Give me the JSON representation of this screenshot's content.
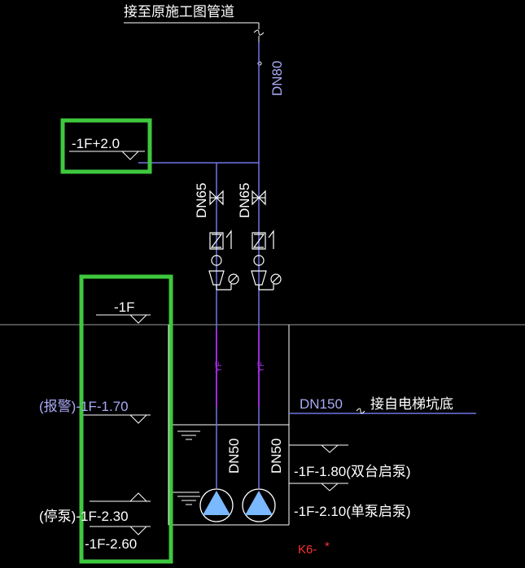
{
  "labels": {
    "top_note": "接至原施工图管道",
    "dn80": "DN80",
    "dn65_left": "DN65",
    "dn65_right": "DN65",
    "yf_left": "YF",
    "yf_right": "YF",
    "dn50_left": "DN50",
    "dn50_right": "DN50",
    "dn150": "DN150",
    "from_pit": "接自电梯坑底",
    "k6": "K6-",
    "k6_star": "*"
  },
  "elevations": {
    "el_top": "-1F+2.0",
    "el_floor": "-1F",
    "el_alarm": "(报警)-1F-1.70",
    "el_stop": "(停泵)-1F-2.30",
    "el_bottom": "-1F-2.60",
    "el_two_pumps": "-1F-1.80(双台启泵)",
    "el_one_pump": "-1F-2.10(单泵启泵)"
  },
  "colors": {
    "background": "#000000",
    "pipe": "#7373e6",
    "pipe_purple": "#9b2bd9",
    "text": "#a9a9f5",
    "white": "#ffffff",
    "grey": "#9a9a9a",
    "highlight": "#3ec83e",
    "pump": "#7ab8ff",
    "red": "#ff3030"
  }
}
